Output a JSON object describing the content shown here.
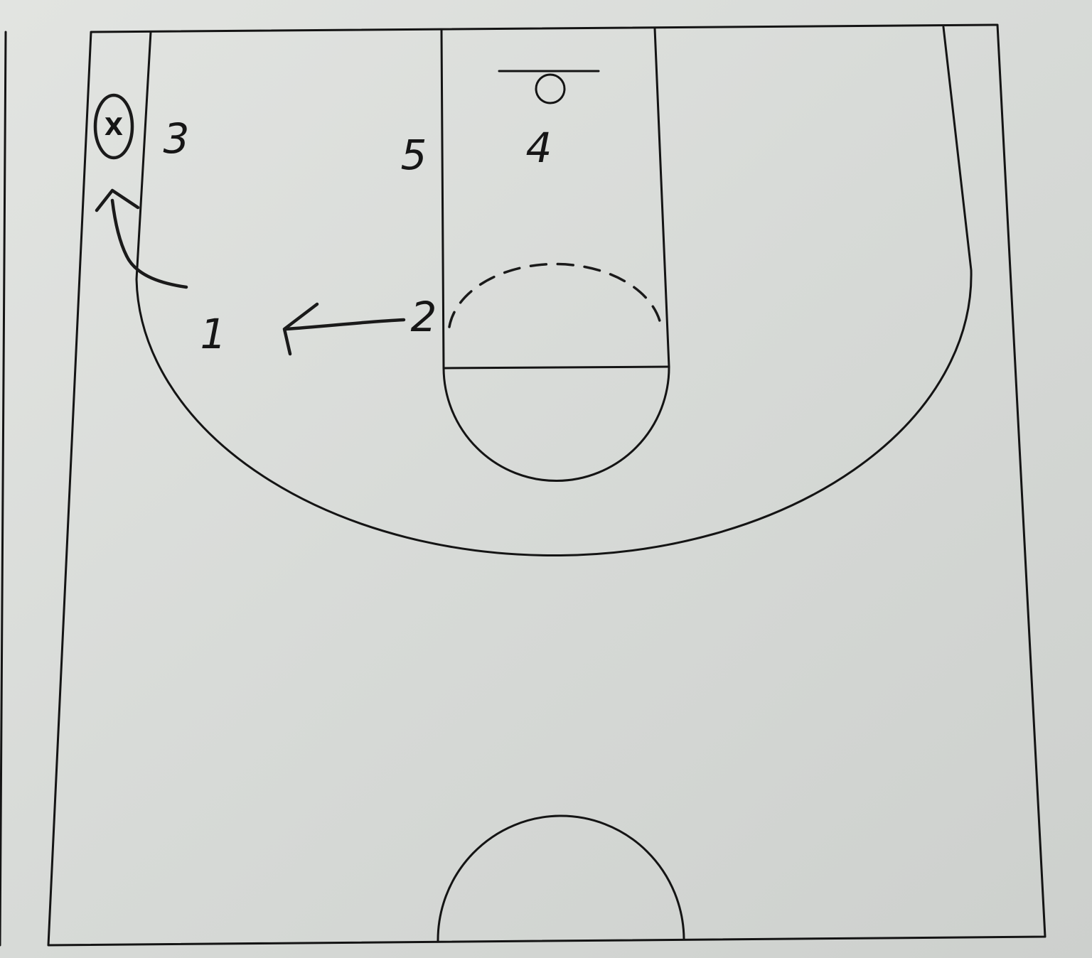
{
  "players": {
    "p1": "1",
    "p2": "2",
    "p3": "3",
    "p4": "4",
    "p5": "5"
  },
  "defender_marker": "X",
  "colors": {
    "paper": "#dcdedb",
    "ink": "#161616"
  }
}
